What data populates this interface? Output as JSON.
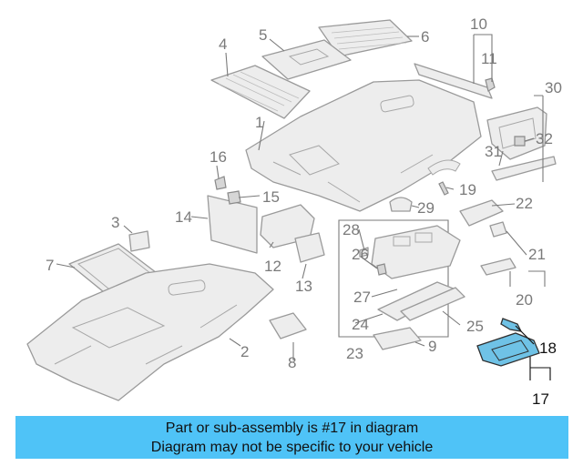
{
  "diagram": {
    "callouts": [
      "1",
      "2",
      "3",
      "4",
      "5",
      "6",
      "7",
      "8",
      "9",
      "10",
      "11",
      "12",
      "13",
      "14",
      "15",
      "16",
      "17",
      "18",
      "19",
      "20",
      "21",
      "22",
      "23",
      "24",
      "25",
      "26",
      "27",
      "28",
      "29",
      "30",
      "31",
      "32"
    ],
    "highlighted_part": "17",
    "colors": {
      "highlight": "#6fc2e6",
      "banner": "#4fc3f7",
      "lines": "#9a9a9a"
    }
  },
  "banner": {
    "line1": "Part or sub-assembly is #17 in diagram",
    "line2": "Diagram may not be specific to your vehicle"
  }
}
